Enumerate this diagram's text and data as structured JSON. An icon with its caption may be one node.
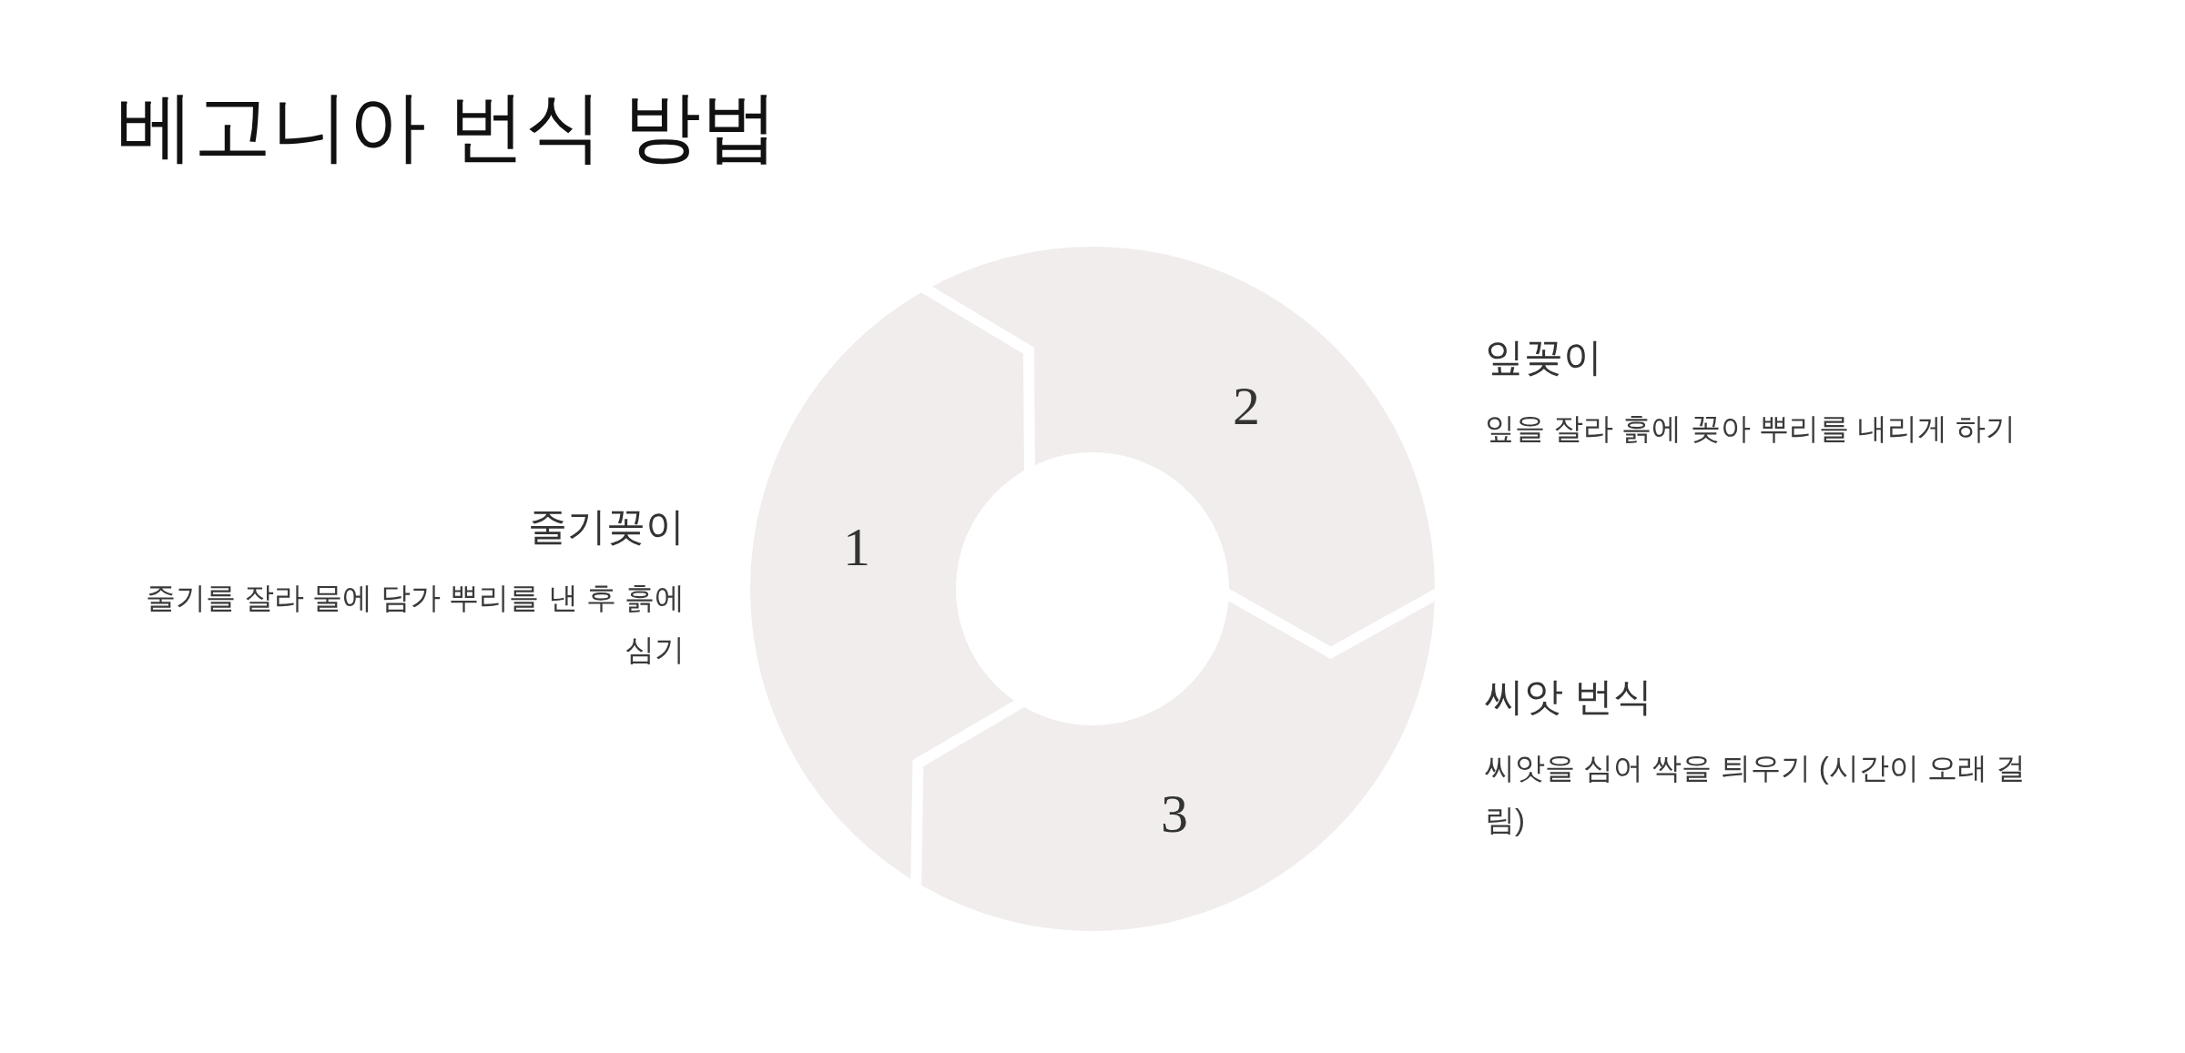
{
  "diagram": {
    "title": "베고니아 번식 방법",
    "nodes": [
      {
        "text": [
          "1"
        ],
        "beside": [
          "줄기꽂이",
          "줄기를 잘라 물에 담가 뿌리를 낸 후 흙에 심기"
        ]
      },
      {
        "text": [
          "2"
        ],
        "beside": [
          "잎꽂이",
          "잎을 잘라 흙에 꽂아 뿌리를 내리게 하기"
        ]
      },
      {
        "text": [
          "3"
        ],
        "beside": [
          "씨앗 번식",
          "씨앗을 심어 싹을 틔우기 (시간이 오래 걸림)"
        ]
      }
    ]
  }
}
